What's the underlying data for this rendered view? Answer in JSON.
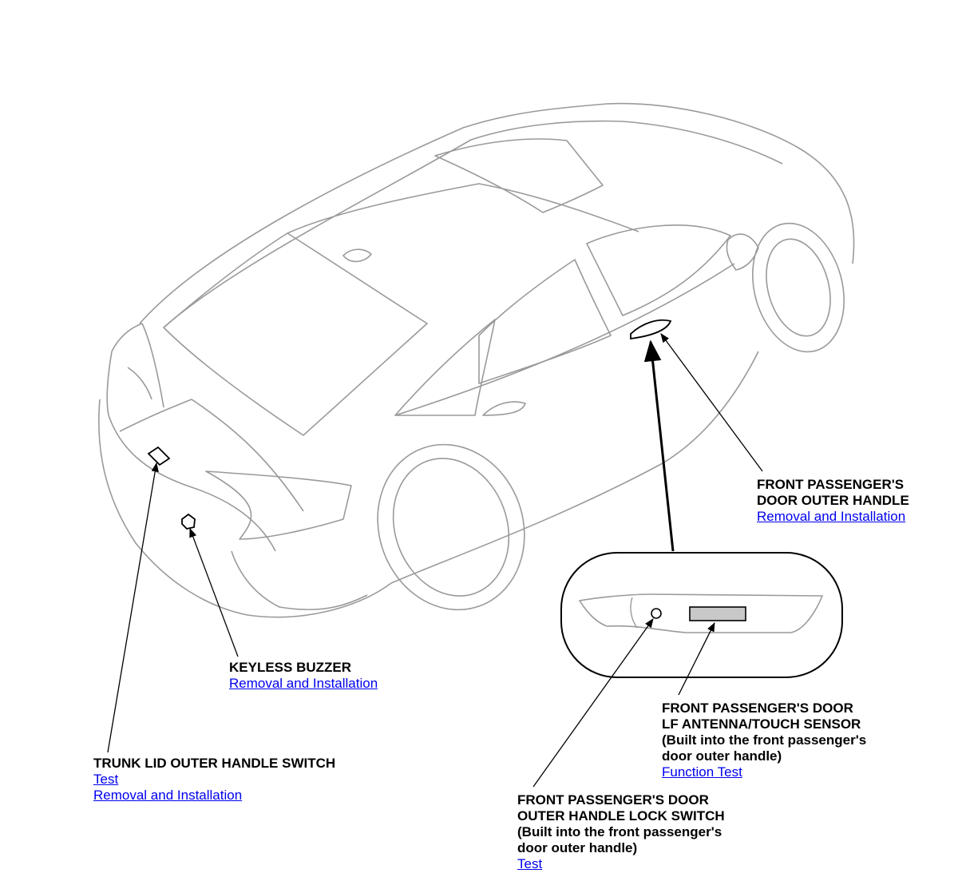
{
  "callouts": {
    "front_handle": {
      "title": "FRONT PASSENGER'S\nDOOR OUTER HANDLE",
      "links": [
        "Removal and Installation"
      ]
    },
    "keyless_buzzer": {
      "title": "KEYLESS BUZZER",
      "links": [
        "Removal and Installation"
      ]
    },
    "trunk_switch": {
      "title": "TRUNK LID OUTER HANDLE SWITCH",
      "links": [
        "Test",
        "Removal and Installation"
      ]
    },
    "antenna_sensor": {
      "title": "FRONT PASSENGER'S DOOR\nLF ANTENNA/TOUCH SENSOR\n(Built into the front passenger's\ndoor outer handle)",
      "links": [
        "Function Test"
      ]
    },
    "lock_switch": {
      "title": "FRONT PASSENGER'S DOOR\nOUTER HANDLE LOCK SWITCH\n(Built into the front passenger's\ndoor outer handle)",
      "links": [
        "Test"
      ]
    }
  },
  "colors": {
    "line": "#9a9a9a",
    "leader": "#000000",
    "link": "#0000ee"
  }
}
